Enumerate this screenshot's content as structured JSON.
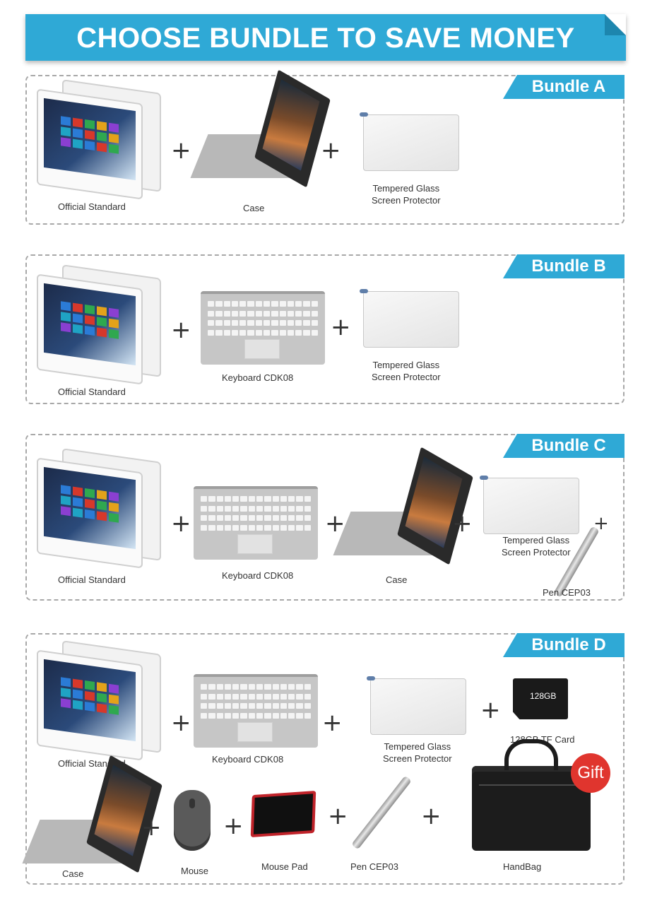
{
  "header": {
    "title": "CHOOSE BUNDLE TO SAVE MONEY"
  },
  "bundles": [
    {
      "tag": "Bundle A",
      "items": [
        "Official Standard",
        "Case",
        "Tempered Glass\nScreen Protector"
      ]
    },
    {
      "tag": "Bundle B",
      "items": [
        "Official Standard",
        "Keyboard CDK08",
        "Tempered Glass\nScreen Protector"
      ]
    },
    {
      "tag": "Bundle C",
      "items": [
        "Official Standard",
        "Keyboard CDK08",
        "Case",
        "Tempered Glass\nScreen Protector",
        "Pen CEP03"
      ]
    },
    {
      "tag": "Bundle D",
      "items": [
        "Official Standard",
        "Keyboard CDK08",
        "Tempered Glass\nScreen Protector",
        "128GB TF Card",
        "Case",
        "Mouse",
        "Mouse Pad",
        "Pen CEP03",
        "HandBag"
      ]
    }
  ],
  "labels": {
    "sd_card": "128GB",
    "gift": "Gift",
    "plus": "+"
  },
  "colors": {
    "accent": "#2fa9d6",
    "gift": "#e0352e"
  }
}
